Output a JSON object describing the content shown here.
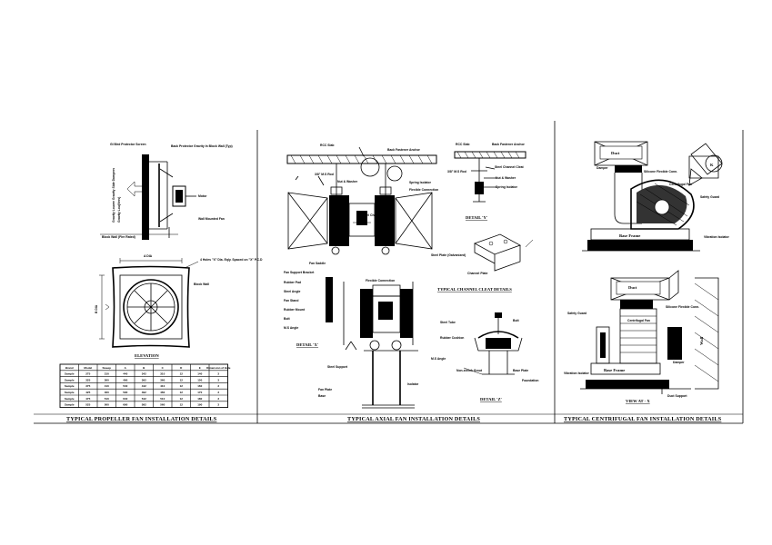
{
  "panels": {
    "propeller": {
      "title": "TYPICAL PROPELLER FAN INSTALLATION DETAILS",
      "elevation_label": "ELEVATION",
      "labels": {
        "bird_screen": "GI Bird Protector Screen",
        "gravity_louvers": "Gravity Lou(Vers)",
        "backdraft": "Back Protector Gravity In Block Wall (Typ)",
        "motor": "Motor",
        "wall_mounted_fan": "Wall Mounted Fan",
        "gravity_louver_note": "Gravity Louver Gravity Side Dampers",
        "block_wall": "Block Wall (Fire Rated)",
        "hole_note": "4 Holes \"X\" Dia. Eqly. Spaced on \"X\" P.C.D",
        "block_wall2": "Block Wall",
        "dim_a": "A DIA",
        "dim_b": "B DIA"
      },
      "table": {
        "headers": [
          "Brand",
          "Model",
          "Sweep",
          "A",
          "B",
          "C",
          "D",
          "E",
          "Dimension of Hole"
        ],
        "rows": [
          [
            "Sample",
            "275",
            "310",
            "440",
            "342",
            "310",
            "12",
            "140",
            "3"
          ],
          [
            "Sample",
            "325",
            "360",
            "490",
            "392",
            "360",
            "12",
            "150",
            "3"
          ],
          [
            "Sample",
            "375",
            "410",
            "540",
            "442",
            "410",
            "12",
            "160",
            "3"
          ],
          [
            "Sample",
            "425",
            "460",
            "590",
            "492",
            "460",
            "12",
            "170",
            "3"
          ],
          [
            "Sample",
            "475",
            "510",
            "640",
            "542",
            "510",
            "12",
            "180",
            "3"
          ],
          [
            "Sample",
            "525",
            "560",
            "690",
            "592",
            "560",
            "12",
            "190",
            "3"
          ]
        ]
      }
    },
    "axial": {
      "title": "TYPICAL AXIAL FAN INSTALLATION DETAILS",
      "detail_y": "DETAIL 'Y'",
      "detail_x": "DETAIL 'X'",
      "detail_z": "DETAIL 'Z'",
      "channel_title": "TYPICAL CHANNEL CLEAT DETAILS",
      "labels": {
        "rcc_slab": "RCC Slab",
        "anchor": "Back Fastener Anchor",
        "rod": "3/8\" M.S Rod",
        "spring": "Spring Isolator",
        "flex": "Flexible Connection",
        "nut_washer": "Nut & Washer",
        "channel": "Steel Channel",
        "rcc_slab2": "RCC Slab",
        "anchor2": "Back Fastener Anchor",
        "rod2": "3/8\" M.S Rod",
        "cleat": "Steel Channel Cleat",
        "nut2": "Nut & Washer",
        "spring2": "Spring Isolator",
        "plate": "Steel Plate (Galvanized)",
        "channel_plate": "Channel Plate",
        "fan_saddle": "Fan Saddle",
        "support": "Fan Support Bracket",
        "rubber": "Rubber Pad",
        "steel_angle": "Steel Angle",
        "flex2": "Flexible Connection",
        "fan_stand": "Fan Stand",
        "rubber_mount": "Rubber Mount",
        "bolt": "Bolt",
        "angle": "M.S Angle",
        "steel_support": "Steel Support",
        "fan_plate": "Fan Plate",
        "base": "Base",
        "isolator": "Isolator",
        "tube": "Steel Tube",
        "rubber_cushion": "Rubber Cushion",
        "bolt2": "Bolt",
        "angle2": "M.S Angle",
        "grout": "Non-shrink Grout",
        "base_plate": "Base Plate",
        "foundation": "Foundation"
      }
    },
    "centrifugal": {
      "title": "TYPICAL CENTRIFUGAL FAN INSTALLATION DETAILS",
      "view_title": "VIEW AT - X",
      "duct": "Duct",
      "duct2": "Duct",
      "base_frame": "Base Frame",
      "base_frame2": "Base Frame",
      "k_label": "K",
      "wall": "Wall",
      "labels": {
        "damper": "Damper",
        "flex_conn": "Silicone Flexible Conn.",
        "centrifugal_fan": "Centrifugal Fan",
        "safety_guard": "Safety Guard",
        "vibration_isolator": "Vibration Isolator",
        "safety_guard2": "Safety Guard",
        "flex_conn2": "Silicone Flexible Conn.",
        "damper2": "Damper",
        "centrifugal_fan2": "Centrifugal Fan",
        "vibration_isolator2": "Vibration Isolator",
        "duct_support": "Duct Support"
      }
    }
  }
}
